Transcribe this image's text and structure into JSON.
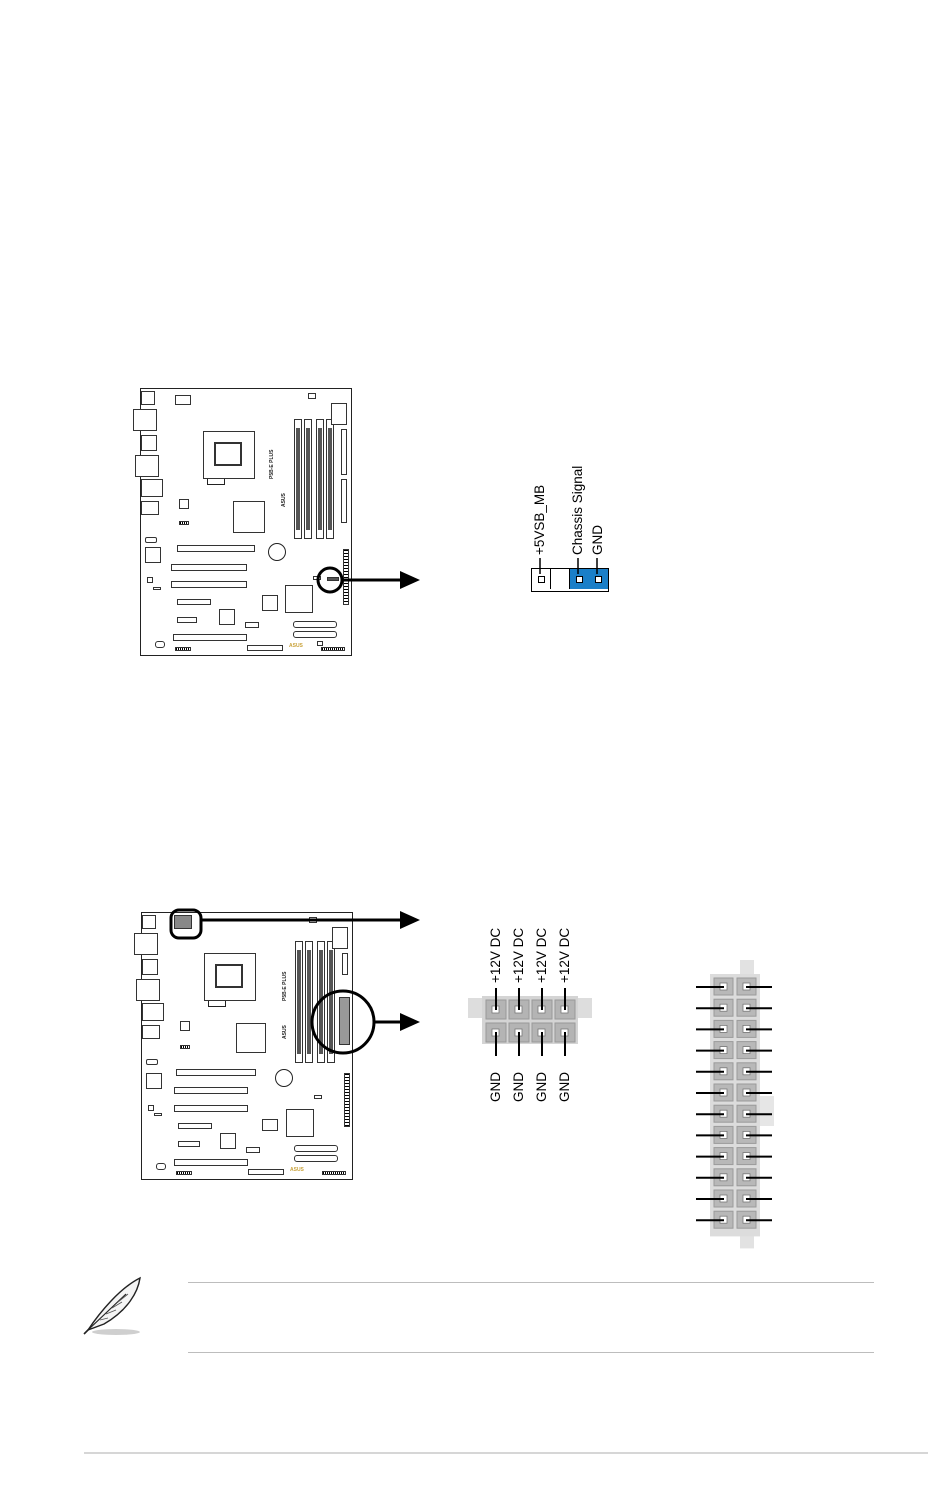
{
  "board1": {
    "model": "P5B-E PLUS",
    "brand": "ASUS"
  },
  "board2": {
    "model": "P5B-E PLUS",
    "brand": "ASUS"
  },
  "chassis_connector": {
    "pins": [
      "+5VSB_MB",
      "Chassis Signal",
      "GND"
    ]
  },
  "power_connector": {
    "top_labels": [
      "+12V DC",
      "+12V DC",
      "+12V DC",
      "+12V DC"
    ],
    "bottom_labels": [
      "GND",
      "GND",
      "GND",
      "GND"
    ],
    "pin_rows": 12
  },
  "note": {
    "icon": "feather-quill-icon"
  },
  "colors": {
    "pin_highlight": "#1a7fc8",
    "connector_gray": "#c8c8c8"
  }
}
